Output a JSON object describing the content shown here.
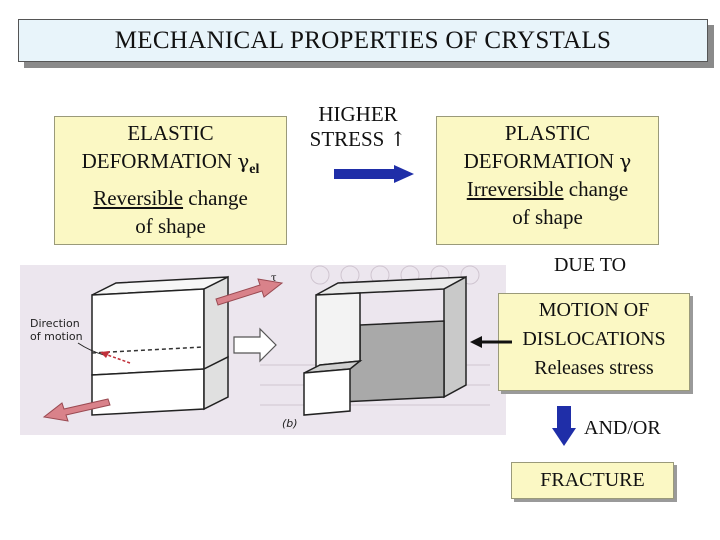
{
  "title": "MECHANICAL PROPERTIES OF CRYSTALS",
  "elastic": {
    "line1": "ELASTIC",
    "line2": "DEFORMATION",
    "symbol": "γ",
    "subscript": "el",
    "desc_underlined": "Reversible",
    "desc_rest": " change",
    "desc_line2": "of shape"
  },
  "higher_stress": {
    "line1": "HIGHER",
    "line2": "STRESS",
    "arrow": "↑"
  },
  "plastic": {
    "line1": "PLASTIC",
    "line2": "DEFORMATION",
    "symbol": "γ",
    "desc_underlined": "Irreversible",
    "desc_rest": " change",
    "desc_line2": "of shape"
  },
  "due_to": "DUE TO",
  "dislocations": {
    "line1": "MOTION OF",
    "line2": "DISLOCATIONS",
    "line3": "Releases stress"
  },
  "and_or": "AND/OR",
  "fracture": "FRACTURE",
  "figure": {
    "direction_label_1": "Direction",
    "direction_label_2": "of motion",
    "tau_label": "τ",
    "panel_label": "(b)"
  },
  "colors": {
    "title_bg": "#e8f4fa",
    "box_bg": "#fbf8c4",
    "stress_arrow": "#1f2ea8",
    "down_arrow": "#1f2ea8",
    "figure_arrow": "#d9828a"
  }
}
